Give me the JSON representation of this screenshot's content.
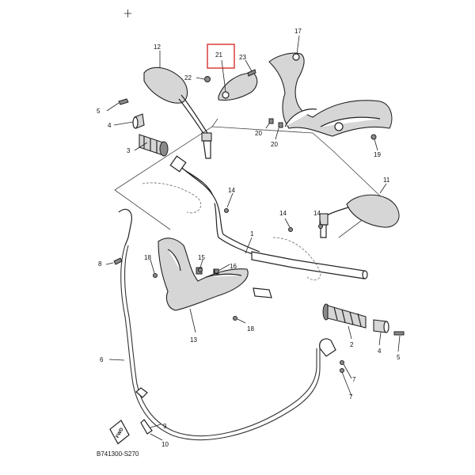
{
  "diagram": {
    "code": "B741300-S270",
    "fwd_label": "FWD",
    "highlight_color": "#d32020",
    "callouts": {
      "c1": "1",
      "c2": "2",
      "c3": "3",
      "c4a": "4",
      "c4b": "4",
      "c5a": "5",
      "c5b": "5",
      "c6": "6",
      "c7a": "7",
      "c7b": "7",
      "c8": "8",
      "c9": "9",
      "c10": "10",
      "c11": "11",
      "c12": "12",
      "c13": "13",
      "c14a": "14",
      "c14b": "14",
      "c14c": "14",
      "c15": "15",
      "c16": "16",
      "c17": "17",
      "c18a": "18",
      "c18b": "18",
      "c19": "19",
      "c20a": "20",
      "c20b": "20",
      "c21": "21",
      "c22": "22",
      "c23": "23"
    },
    "highlighted_part": "21"
  }
}
